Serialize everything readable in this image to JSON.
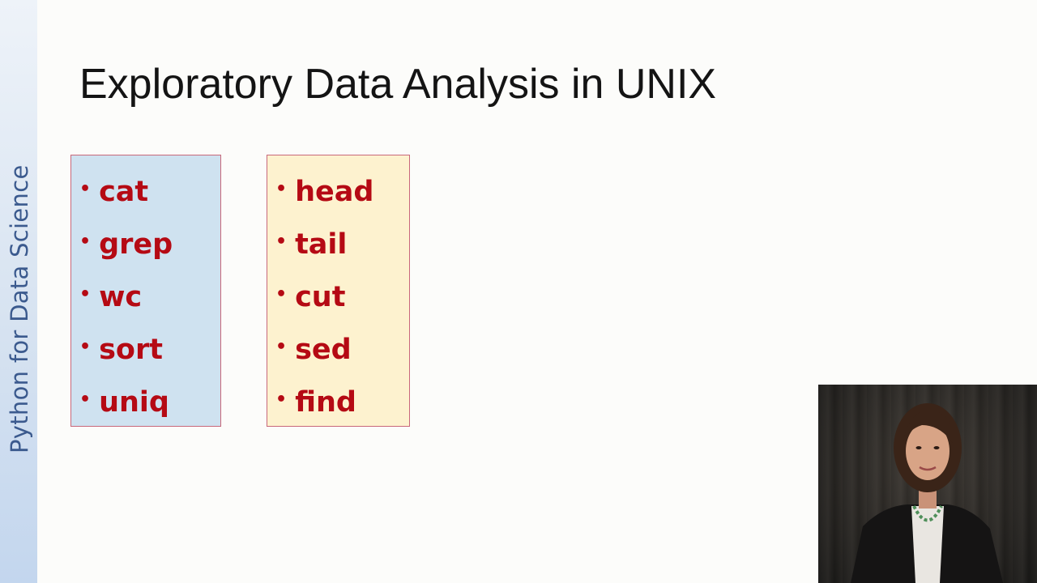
{
  "sidebar": {
    "label": "Python for Data Science"
  },
  "slide": {
    "title": "Exploratory Data Analysis in UNIX"
  },
  "command_groups": [
    {
      "items": [
        "cat",
        "grep",
        "wc",
        "sort",
        "uniq"
      ]
    },
    {
      "items": [
        "head",
        "tail",
        "cut",
        "sed",
        "find"
      ]
    }
  ],
  "colors": {
    "title": "#141414",
    "command_text": "#b50a14",
    "box1_fill": "#cfe2f0",
    "box2_fill": "#fdf2cf",
    "box_border": "#c8687a",
    "sidebar_text": "#3b5a8e"
  },
  "presenter_video": {
    "icon": "presenter-video"
  }
}
